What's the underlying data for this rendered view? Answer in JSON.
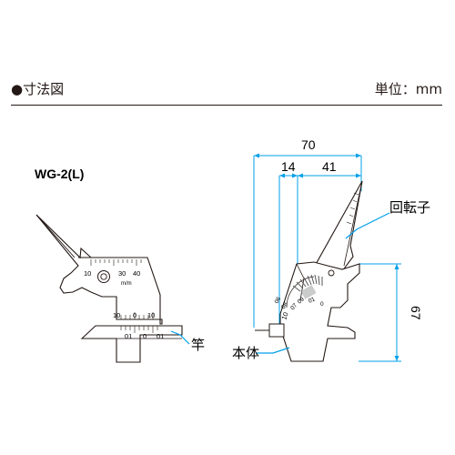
{
  "header": {
    "title": "●寸法図",
    "unit": "単位：mm"
  },
  "colors": {
    "outline": "#231815",
    "dimension": "#00a0e9",
    "gauge_fill": "#ffffff",
    "graduation_dark": "#595757"
  },
  "left_view": {
    "model_label": "WG-2(L)",
    "scale_numbers": [
      "10",
      "30",
      "40"
    ],
    "unit_mark": "m/m",
    "lower_scale_numbers": [
      "10",
      "0",
      "10"
    ],
    "bottom_numbers": [
      "01",
      "0",
      "01"
    ],
    "callout_rod": "竿"
  },
  "right_view": {
    "dim_total": "70",
    "dim_left": "14",
    "dim_right": "41",
    "dim_height": "67",
    "callout_rotor": "回転子",
    "callout_body": "本体",
    "dial_numbers": [
      "06",
      "08",
      "07",
      "09",
      "01",
      "0"
    ],
    "bottom_number": "10"
  }
}
